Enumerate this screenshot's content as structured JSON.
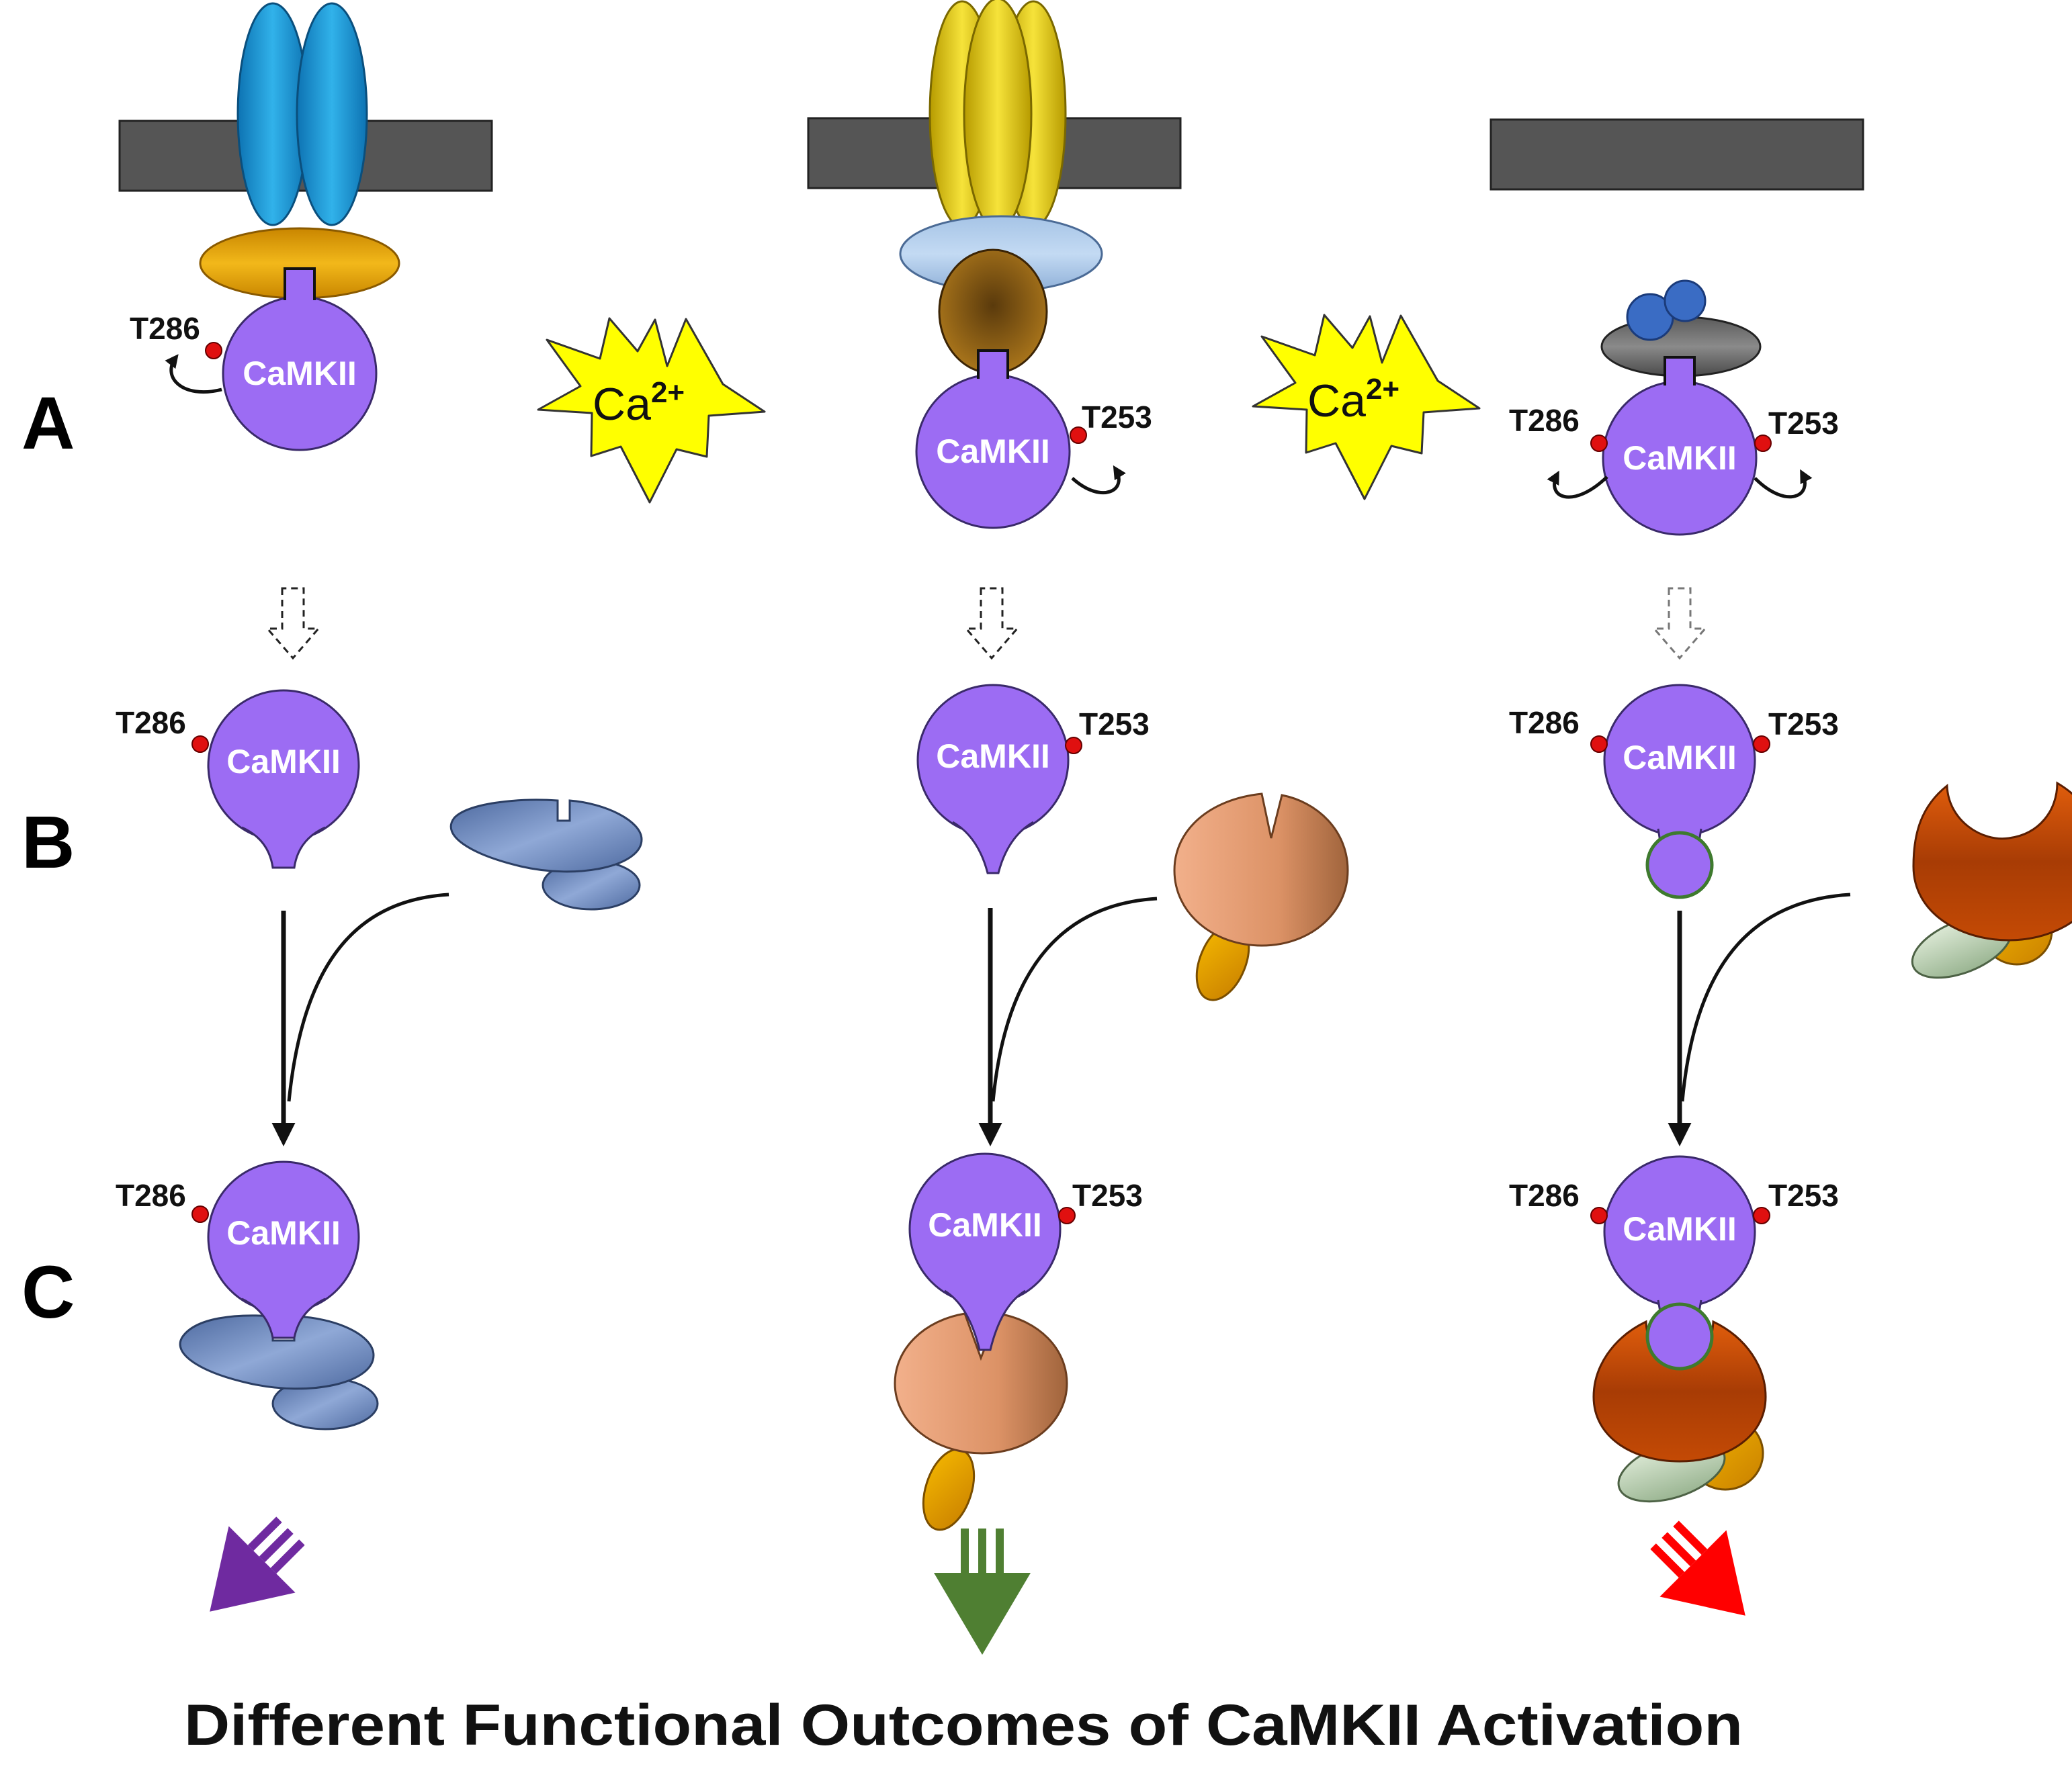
{
  "rows": {
    "a": "A",
    "b": "B",
    "c": "C"
  },
  "enzyme": "CaMKII",
  "sites": {
    "t286": "T286",
    "t253": "T253"
  },
  "calcium": {
    "base": "Ca",
    "charge": "2+"
  },
  "title": "Different Functional Outcomes of CaMKII Activation",
  "colors": {
    "membrane": "#555555",
    "camkii": "#9c6cf3",
    "phospho_site": "#e01010",
    "receptor_1": "#1f9bd6",
    "receptor_2": "#e8cc10",
    "calcium_burst": "#ffff00",
    "outcome_1": "#6f2aa0",
    "outcome_2": "#4f7f32",
    "outcome_3": "#ff0000"
  }
}
